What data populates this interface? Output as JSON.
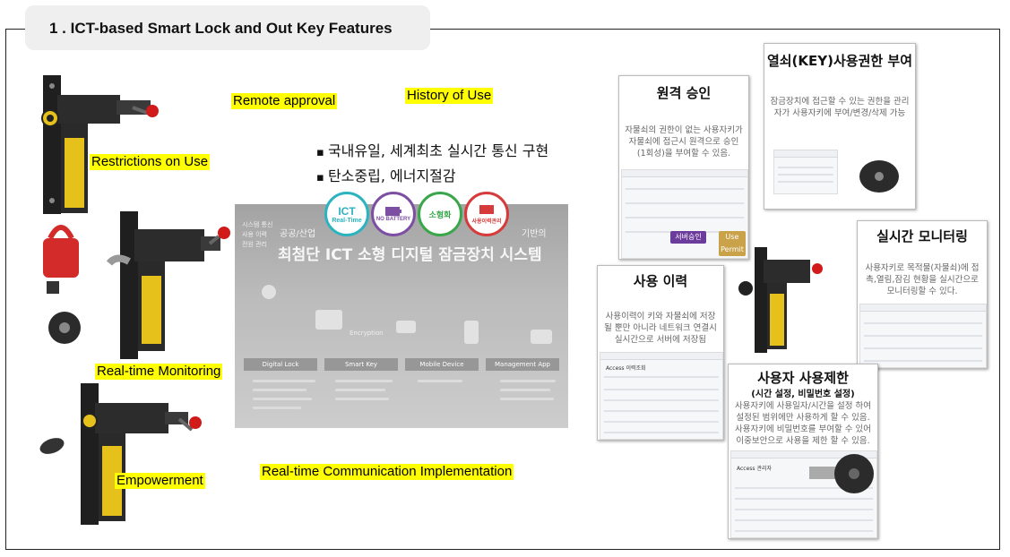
{
  "title": "1 . ICT-based Smart Lock and Out Key Features",
  "labels": {
    "remote_approval": "Remote approval",
    "history_of_use": "History of Use",
    "restrictions_on_use": "Restrictions on Use",
    "realtime_monitoring": "Real-time Monitoring",
    "empowerment": "Empowerment",
    "realtime_comm": "Real-time Communication Implementation"
  },
  "bullets": [
    "국내유일, 세계최초 실시간 통신 구현",
    "탄소중립, 에너지절감"
  ],
  "icons": [
    {
      "name": "ict-realtime",
      "line1": "ICT",
      "line2": "Real-Time",
      "color": "#2bb3c0"
    },
    {
      "name": "no-battery",
      "line1": "",
      "line2": "NO BATTERY",
      "color": "#7d4fa3"
    },
    {
      "name": "miniaturization",
      "line1": "",
      "line2": "소형화",
      "color": "#3aa64a"
    },
    {
      "name": "usage-history",
      "line1": "",
      "line2": "사용이력관리",
      "color": "#d63a3a"
    }
  ],
  "center_panel": {
    "headline_small": "공공/산업",
    "headline_small_right": "기반의",
    "headline_big": "최첨단 ICT 소형 디지털 잠금장치 시스템",
    "side_menu": [
      "시스템 통신",
      "사용 이력",
      "전원 관리"
    ],
    "encryption_label": "Encryption",
    "columns": [
      "Digital Lock",
      "Smart Key",
      "Mobile Device",
      "Management App"
    ]
  },
  "cards": {
    "remote": {
      "title": "원격 승인",
      "desc": "자물쇠의 권한이 없는 사용자키가 자물쇠에 접근시 원격으로 승인(1회성)을 부여할 수 있음.",
      "chip": "서버승인",
      "chip2": "Use Permit"
    },
    "key_auth": {
      "title": "열쇠(KEY)사용권한 부여",
      "desc": "잠금장치에 접근할 수 있는 권한을 관리자가 사용자키에 부여/변경/삭제 가능"
    },
    "monitoring": {
      "title": "실시간 모니터링",
      "desc": "사용자키로 목적물(자물쇠)에 접촉,열림,잠김 현황을 실시간으로 모니터링할 수 있다."
    },
    "history": {
      "title": "사용 이력",
      "desc": "사용이력이 키와 자물쇠에 저장될 뿐만 아니라 네트워크 연결시 실시간으로 서버에 저장됨",
      "screen_title": "Access 이력조회"
    },
    "restriction": {
      "title": "사용자 사용제한",
      "subtitle": "(시간 설정, 비밀번호 설정)",
      "desc": "사용자키에 사용일자/시간을 설정 하여 설정된 범위에만 사용하게 할 수 있음. 사용자키에 비밀번호를 부여할 수 있어 이중보안으로 사용을 제한 할 수 있음.",
      "screen_title": "Access 관리자"
    }
  },
  "colors": {
    "highlight": "#ffff00",
    "lock_body": "#2a2a2a",
    "lock_accent": "#e6c11c",
    "knob": "#d11a1a"
  }
}
